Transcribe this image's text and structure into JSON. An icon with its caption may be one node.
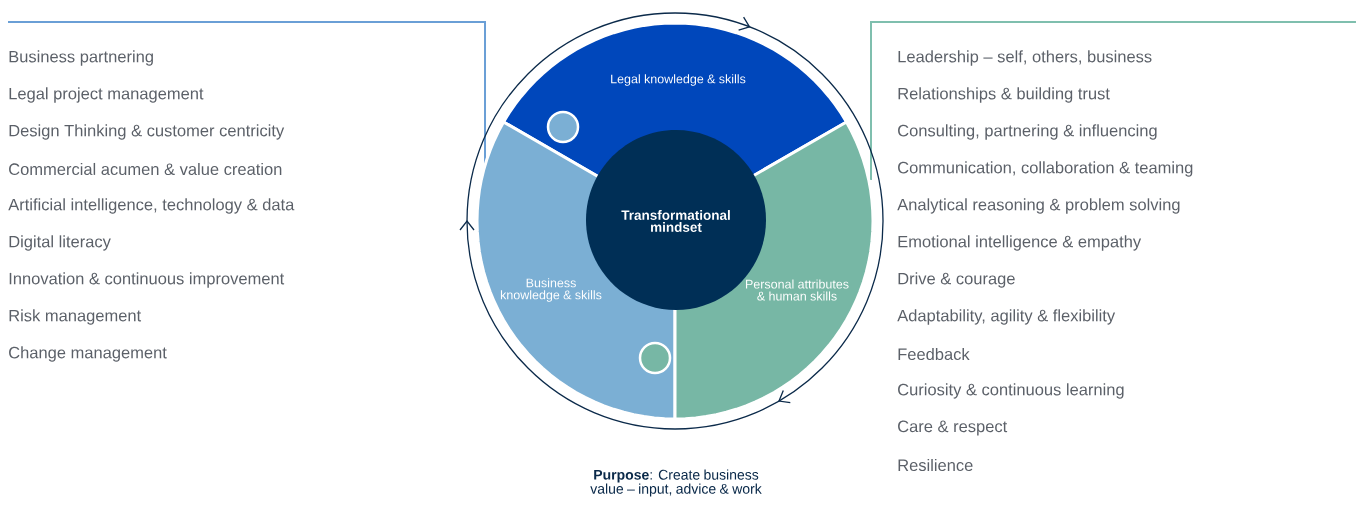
{
  "diagram": {
    "caption": "**Purpose**: Create business value – input, advice & work",
    "nodes": [
      {
        "text": [
          "Legal knowledge & skills"
        ]
      },
      {
        "text": [
          "Transformational mindset"
        ]
      },
      {
        "text": [
          "Business knowledge & skills"
        ]
      },
      {
        "text": [
          "Personal attributes & human skills"
        ]
      }
    ],
    "labels": [
      "Business partnering",
      "Legal project management",
      "Design Thinking & customer centricity",
      "Commercial acumen & value creation",
      "Artificial intelligence, technology & data",
      "Digital literacy",
      "Innovation & continuous improvement",
      "Risk management",
      "Change management",
      "Leadership – self, others, business",
      "Relationships & building trust",
      "Consulting, partnering & influencing",
      "Communication, collaboration & teaming",
      "Analytical reasoning & problem solving",
      "Emotional intelligence & empathy",
      "Drive & courage",
      "Adaptability, agility & flexibility",
      "Feedback",
      "Curiosity & continuous learning",
      "Care & respect",
      "Resilience"
    ]
  }
}
